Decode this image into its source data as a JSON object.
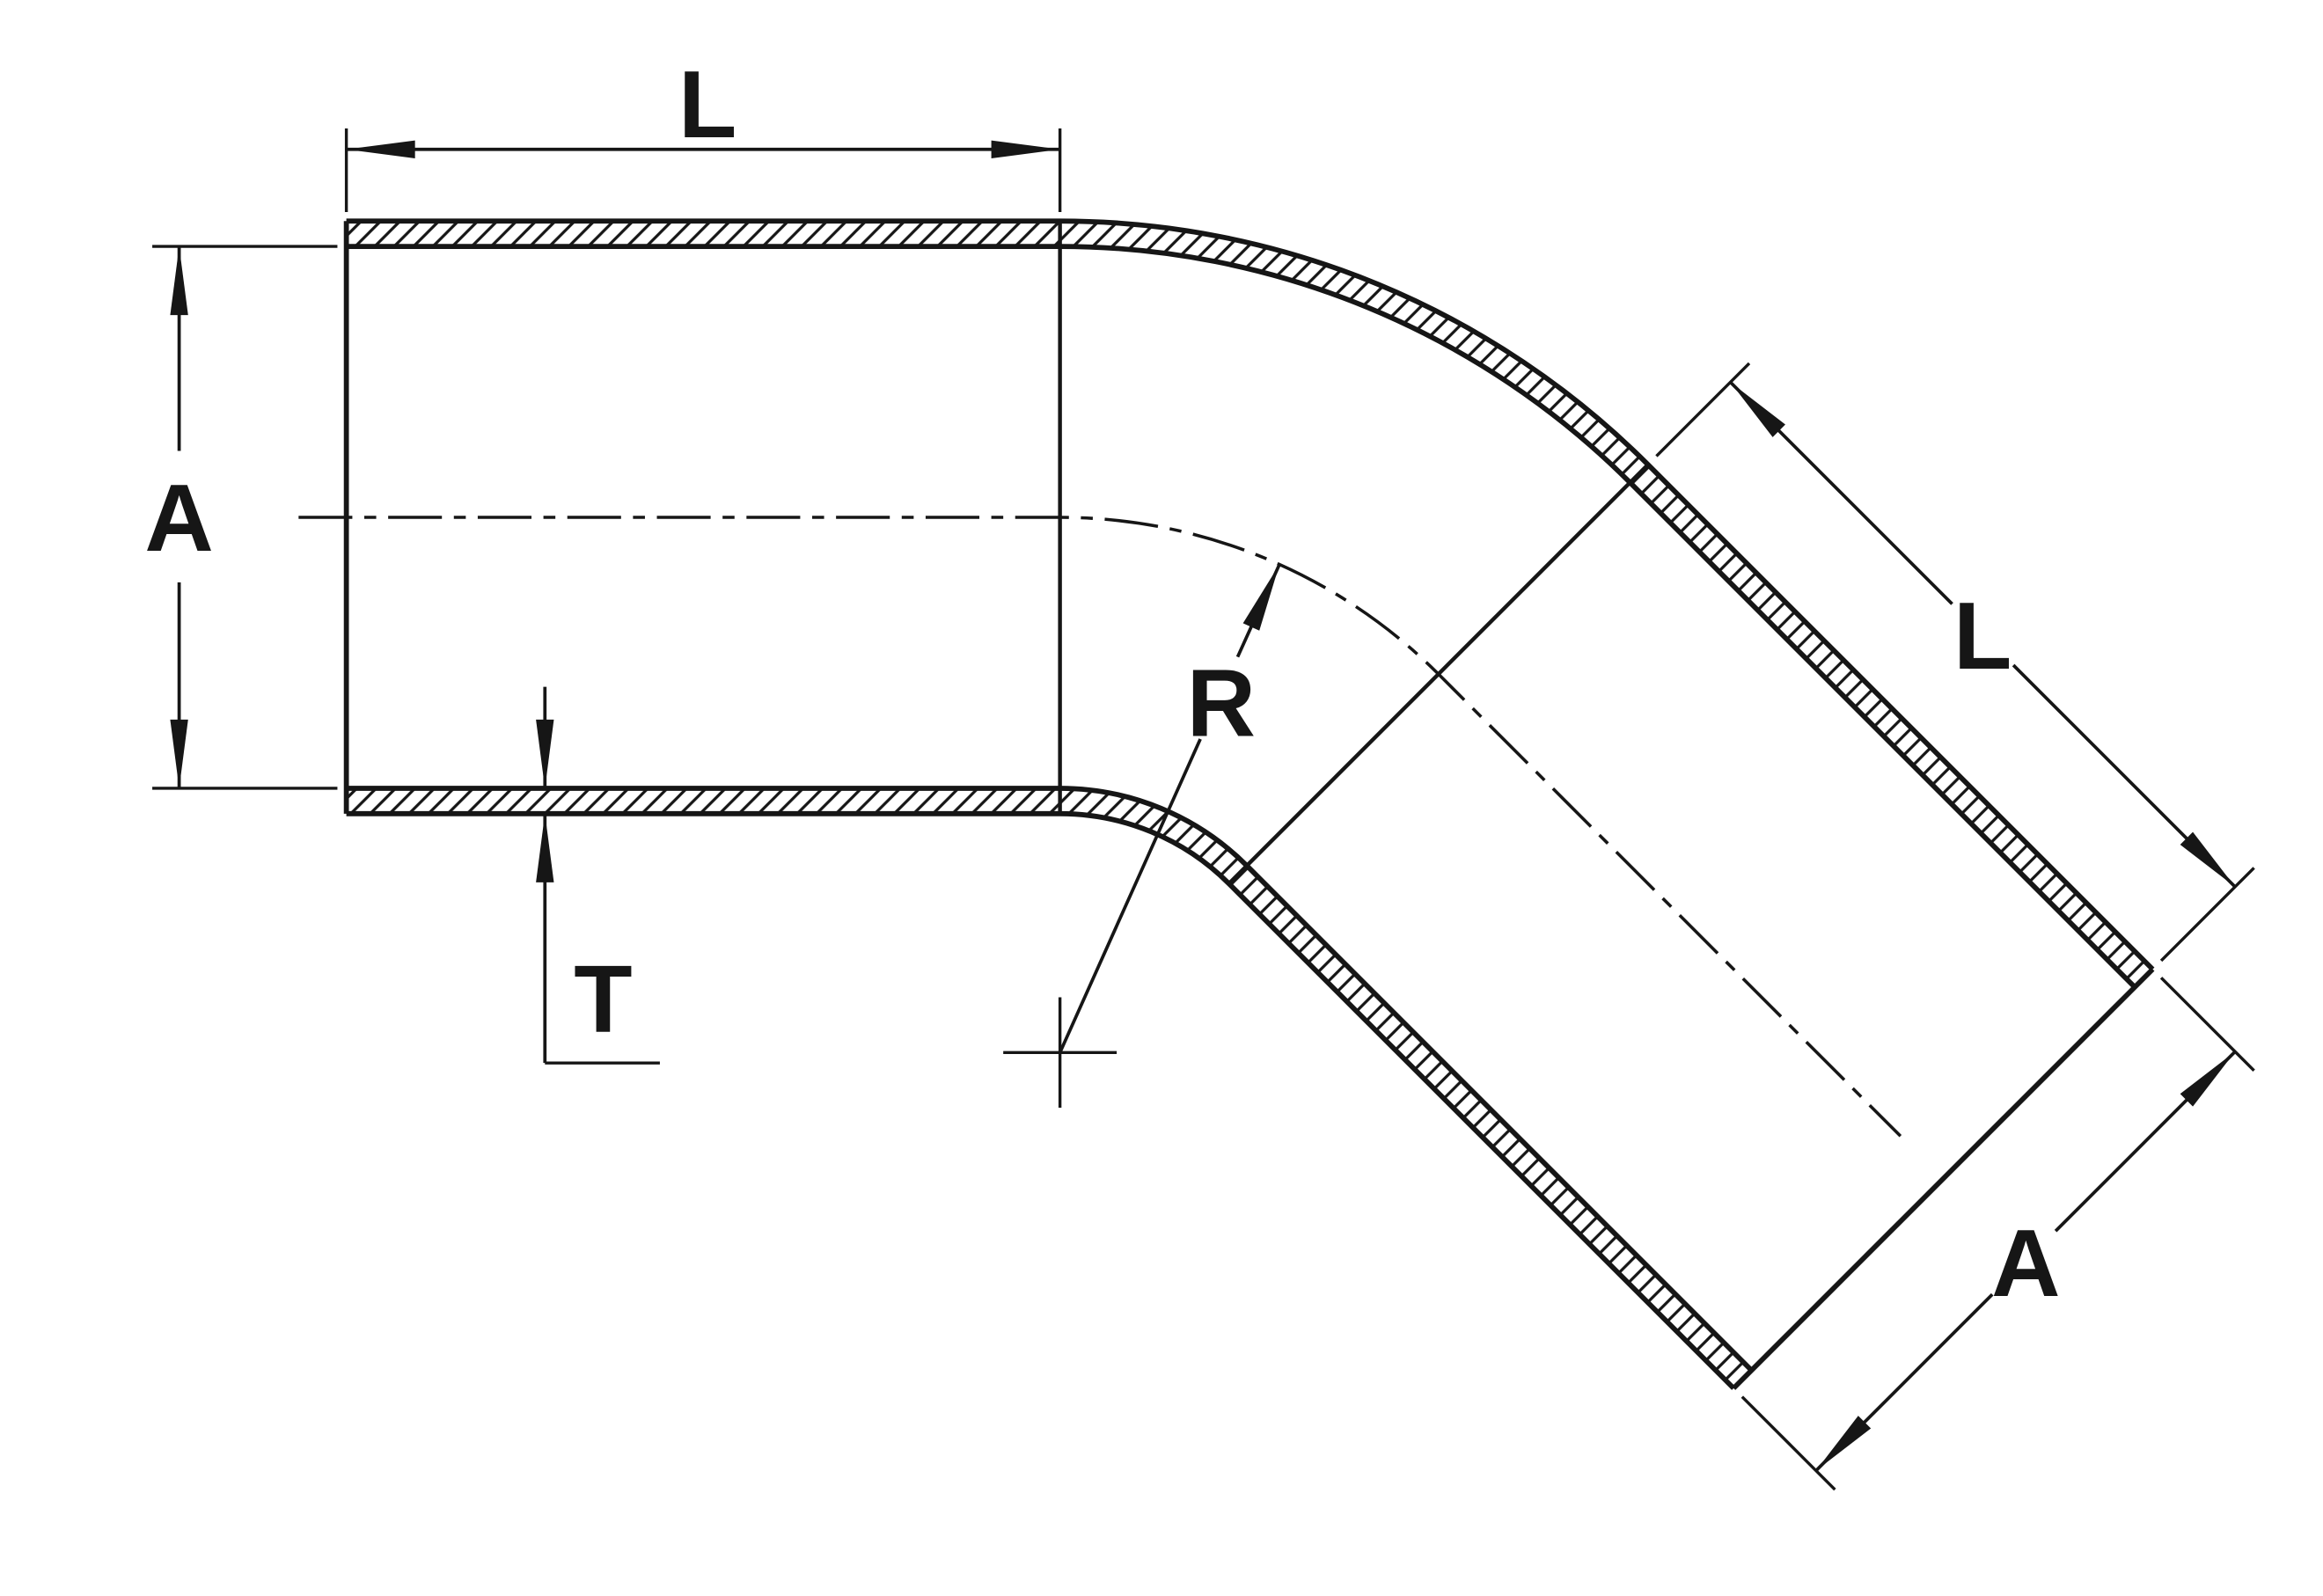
{
  "drawing": {
    "description": "45-degree elbow tube dimension drawing",
    "labels": {
      "top_length": "L",
      "left_diameter": "A",
      "wall_thickness": "T",
      "bend_radius": "R",
      "diagonal_length": "L",
      "end_diameter": "A"
    },
    "colors": {
      "ink": "#161616",
      "background": "#ffffff"
    }
  }
}
